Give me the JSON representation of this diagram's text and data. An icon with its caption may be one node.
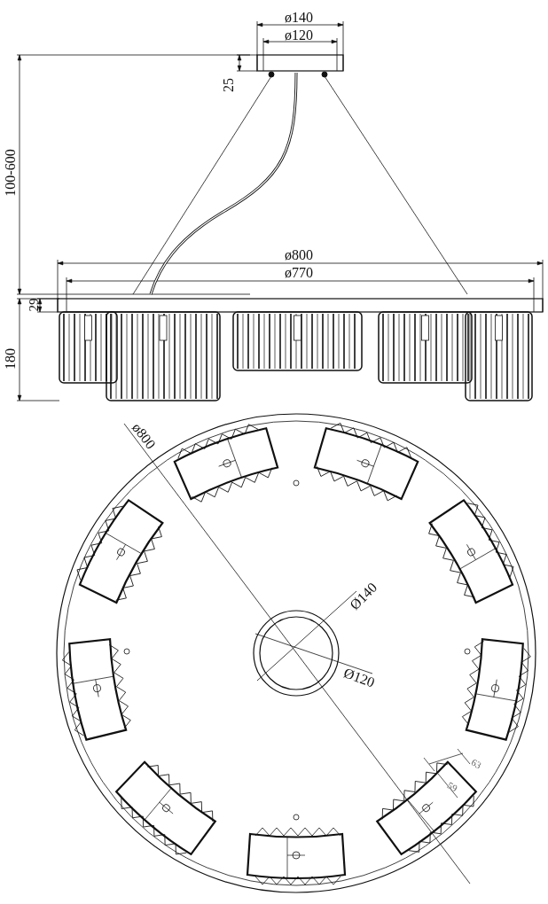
{
  "diagram": {
    "labels": [
      "ø140",
      "ø120",
      "25",
      "100-600",
      "ø800",
      "ø770",
      "29",
      "180",
      "ø800",
      "Ø140",
      "Ø120",
      "63",
      "59"
    ]
  }
}
